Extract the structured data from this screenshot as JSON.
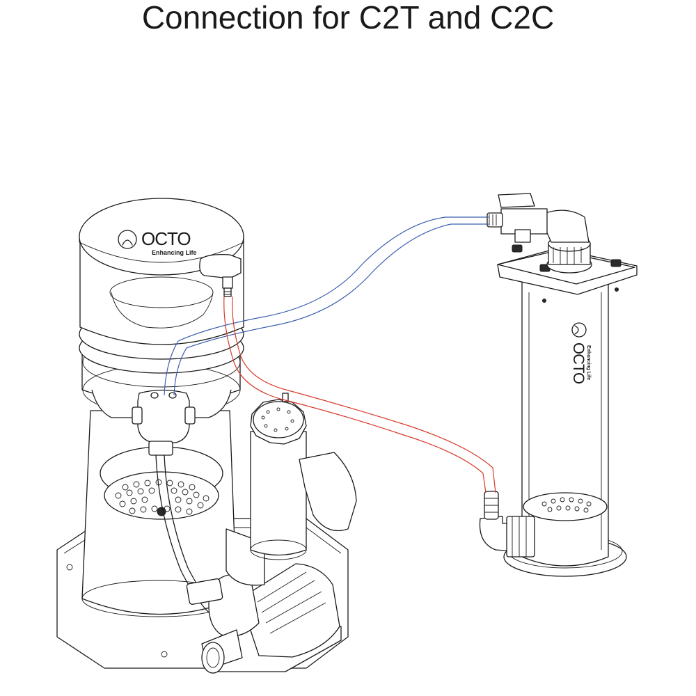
{
  "title": "Connection for C2T and C2C",
  "skimmer_logo": {
    "brand": "OCTO",
    "tagline": "Enhancing Life"
  },
  "reactor_logo": {
    "brand": "OCTO",
    "tagline": "Enhancing Life"
  },
  "colors": {
    "feed_tube": "#d93a2b",
    "return_tube": "#3b5fb0",
    "line": "#1a1a1a"
  }
}
